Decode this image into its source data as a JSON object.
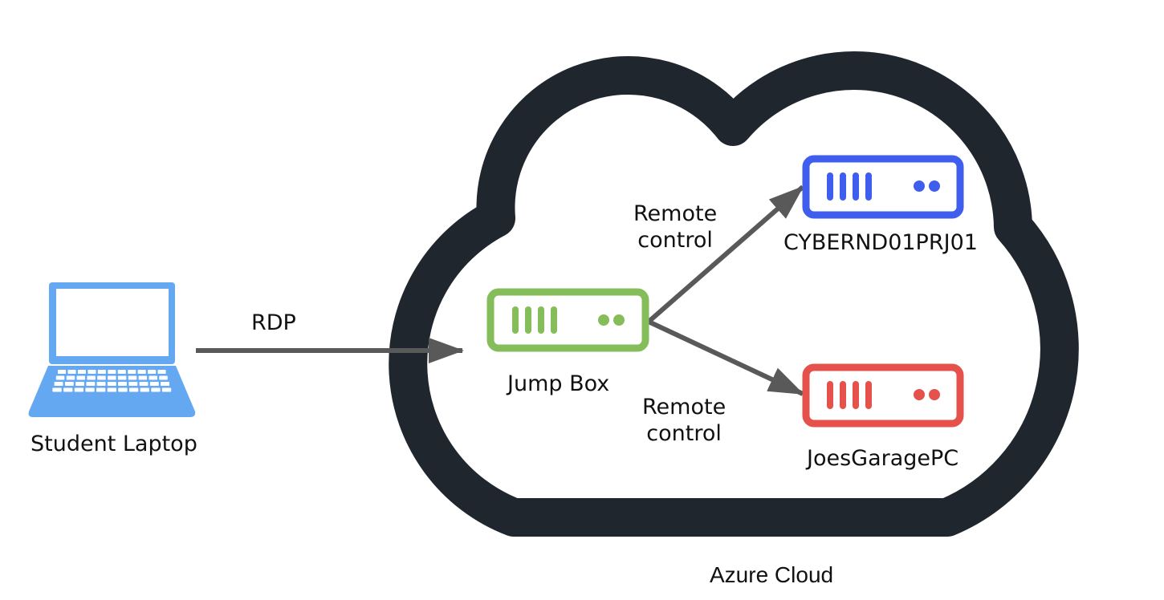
{
  "diagram": {
    "title": "Azure Cloud",
    "colors": {
      "cloud_outline": "#20262D",
      "arrow": "#595959",
      "laptop": "#64A8F1",
      "jump_box": "#85BD5A",
      "cybernd_server": "#3F5EEE",
      "joes_server": "#E5514B",
      "text": "#111111"
    },
    "nodes": {
      "laptop": {
        "label": "Student Laptop",
        "icon": "laptop-icon"
      },
      "jump_box": {
        "label": "Jump Box",
        "icon": "server-icon"
      },
      "cybernd": {
        "label": "CYBERND01PRJ01",
        "icon": "server-icon"
      },
      "joes": {
        "label": "JoesGaragePC",
        "icon": "server-icon"
      }
    },
    "edges": {
      "rdp": {
        "from": "Student Laptop",
        "to": "Jump Box",
        "label": "RDP"
      },
      "remote_top": {
        "from": "Jump Box",
        "to": "CYBERND01PRJ01",
        "label_line1": "Remote",
        "label_line2": "control"
      },
      "remote_bottom": {
        "from": "Jump Box",
        "to": "JoesGaragePC",
        "label_line1": "Remote",
        "label_line2": "control"
      }
    }
  }
}
